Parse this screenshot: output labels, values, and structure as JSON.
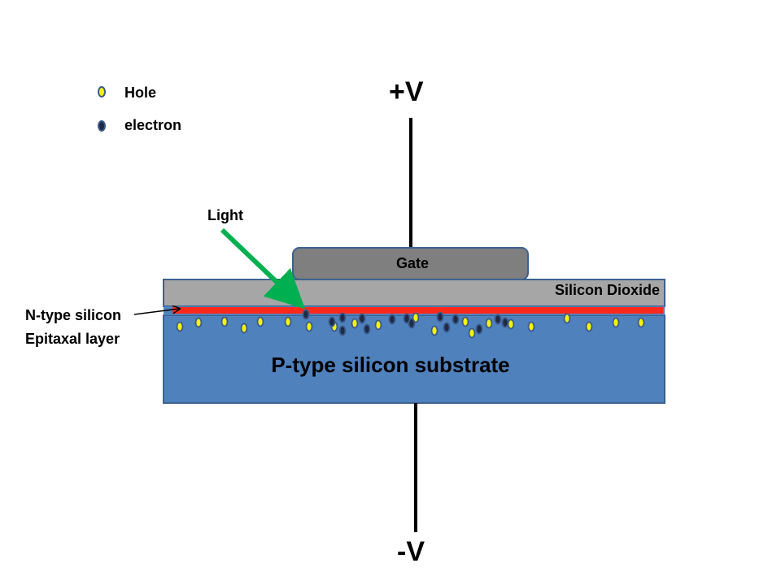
{
  "legend": {
    "hole_label": "Hole",
    "electron_label": "electron"
  },
  "voltage": {
    "top": "+V",
    "bottom": "-V"
  },
  "labels": {
    "light": "Light",
    "gate": "Gate",
    "oxide": "Silicon Dioxide",
    "ntype_line1": "N-type silicon",
    "ntype_line2": "Epitaxal layer",
    "substrate": "P-type silicon substrate"
  },
  "colors": {
    "hole_fill": "#f4f40a",
    "electron_fill": "#1f2a44",
    "carrier_stroke": "#3b5a8c",
    "substrate": "#4f81bd",
    "substrate_border": "#3b6290",
    "oxide": "#a6a6a6",
    "gate": "#7f7f7f",
    "ntype_layer": "#ff2a1a",
    "light_arrow": "#00b050"
  },
  "icons": {
    "hole": "hole-carrier-icon",
    "electron": "electron-carrier-icon"
  }
}
